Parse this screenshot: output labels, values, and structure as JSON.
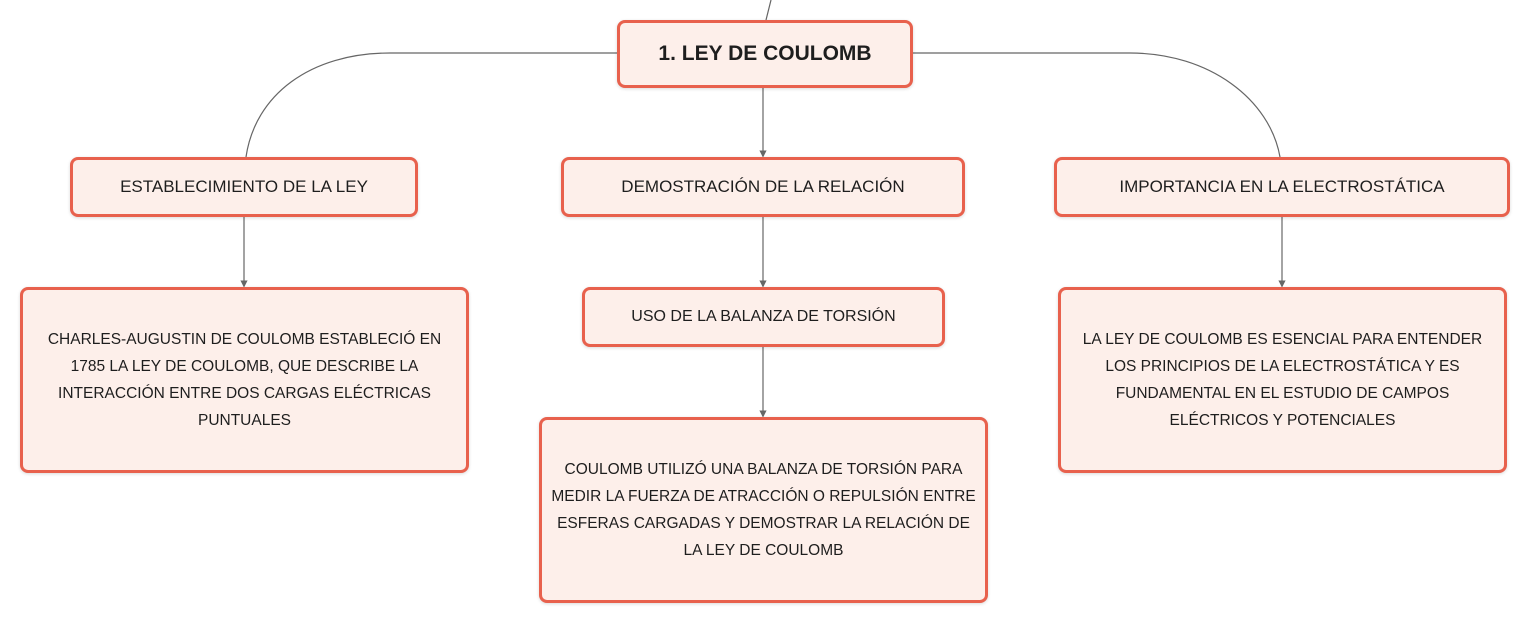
{
  "diagram": {
    "root": {
      "label": "1. LEY DE COULOMB"
    },
    "branches": [
      {
        "label": "ESTABLECIMIENTO DE LA LEY",
        "detail": "CHARLES-AUGUSTIN DE COULOMB ESTABLECIÓ EN 1785 LA LEY DE COULOMB, QUE DESCRIBE LA INTERACCIÓN ENTRE DOS CARGAS ELÉCTRICAS PUNTUALES"
      },
      {
        "label": "DEMOSTRACIÓN DE LA RELACIÓN",
        "sub": "USO DE LA BALANZA DE TORSIÓN",
        "detail": "COULOMB UTILIZÓ UNA BALANZA DE TORSIÓN PARA MEDIR LA FUERZA DE ATRACCIÓN O REPULSIÓN ENTRE ESFERAS CARGADAS Y DEMOSTRAR LA RELACIÓN DE LA LEY DE COULOMB"
      },
      {
        "label": "IMPORTANCIA EN LA ELECTROSTÁTICA",
        "detail": "LA LEY DE COULOMB ES ESENCIAL PARA ENTENDER LOS PRINCIPIOS DE LA ELECTROSTÁTICA Y ES FUNDAMENTAL EN EL ESTUDIO DE CAMPOS ELÉCTRICOS Y POTENCIALES"
      }
    ]
  },
  "colors": {
    "node_border": "#e8614d",
    "node_fill": "#fdefea",
    "connector": "#666666",
    "text": "#1e1e1e"
  }
}
